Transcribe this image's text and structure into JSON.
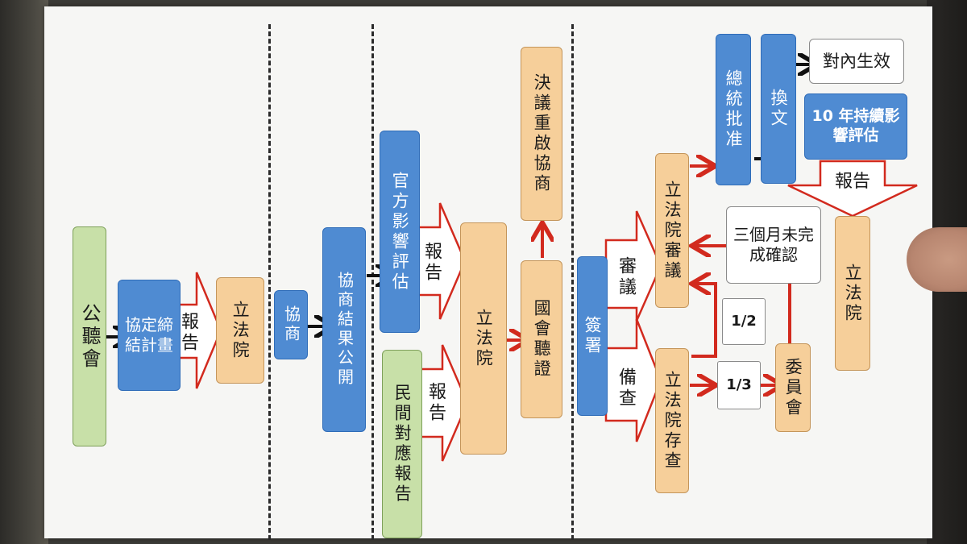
{
  "stage1": {
    "public_hearing": "公聽會",
    "plan": "協定締結計畫",
    "report": "報告",
    "legislature": "立法院"
  },
  "stage2": {
    "negotiation": "協商",
    "results_public": "協商結果公開"
  },
  "stage3": {
    "official_assessment": "官方影響評估",
    "civil_report": "民間對應報告",
    "report_top": "報告",
    "report_bottom": "報告",
    "legislature": "立法院",
    "hearing": "國會聽證",
    "renegotiate": "決議重啟協商"
  },
  "stage4": {
    "signing": "簽署",
    "review": "審議",
    "filing": "備查",
    "lv_review": "立法院審議",
    "lv_filing": "立法院存查",
    "ratify": "總統批准",
    "exchange": "換文",
    "effective": "對內生效",
    "ten_year": "10 年持續影響評估",
    "report": "報告",
    "legislature": "立法院",
    "three_months": "三個月未完成確認",
    "half": "1/2",
    "third": "1/3",
    "committee": "委員會"
  },
  "colors": {
    "green": "#c8e0a8",
    "blue": "#4f8bd2",
    "orange": "#f6cf9a",
    "arrow_red": "#d22a1e",
    "arrow_black": "#111111"
  }
}
